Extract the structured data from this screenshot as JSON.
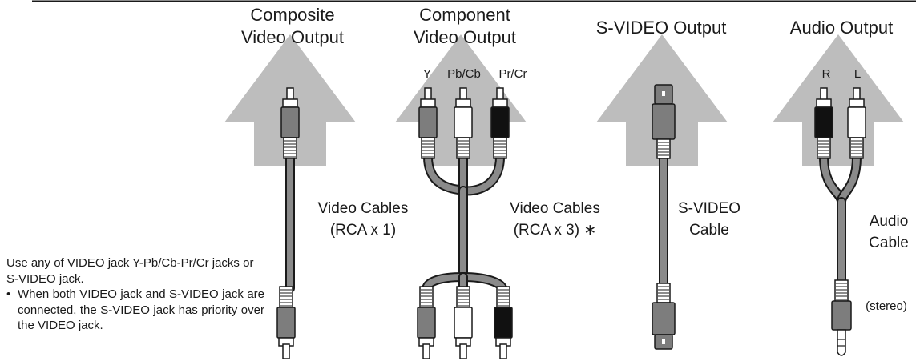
{
  "columns": {
    "composite": {
      "title_line1": "Composite",
      "title_line2": "Video Output"
    },
    "component": {
      "title_line1": "Component",
      "title_line2": "Video Output",
      "jack_y": "Y",
      "jack_pb": "Pb/Cb",
      "jack_pr": "Pr/Cr"
    },
    "svideo": {
      "title": "S-VIDEO Output"
    },
    "audio": {
      "title": "Audio Output",
      "jack_r": "R",
      "jack_l": "L"
    }
  },
  "cables": {
    "rca1": {
      "line1": "Video Cables",
      "line2": "(RCA x 1)"
    },
    "rca3": {
      "line1": "Video Cables",
      "line2": "(RCA x 3) ∗"
    },
    "svideo": {
      "line1": "S-VIDEO",
      "line2": "Cable"
    },
    "audio": {
      "line1": "Audio",
      "line2": "Cable",
      "note": "(stereo)"
    }
  },
  "note": {
    "intro": "Use any of VIDEO jack Y-Pb/Cb-Pr/Cr jacks or S-VIDEO jack.",
    "bullet": "When both VIDEO jack and S-VIDEO jack are connected, the S-VIDEO jack has priority over the VIDEO jack."
  },
  "colors": {
    "arrow": "#bdbdbd",
    "cable": "#8a8a8a",
    "plug_gray": "#7d7d7d",
    "plug_white": "#ffffff",
    "plug_black": "#111111",
    "outline": "#1a1a1a"
  }
}
